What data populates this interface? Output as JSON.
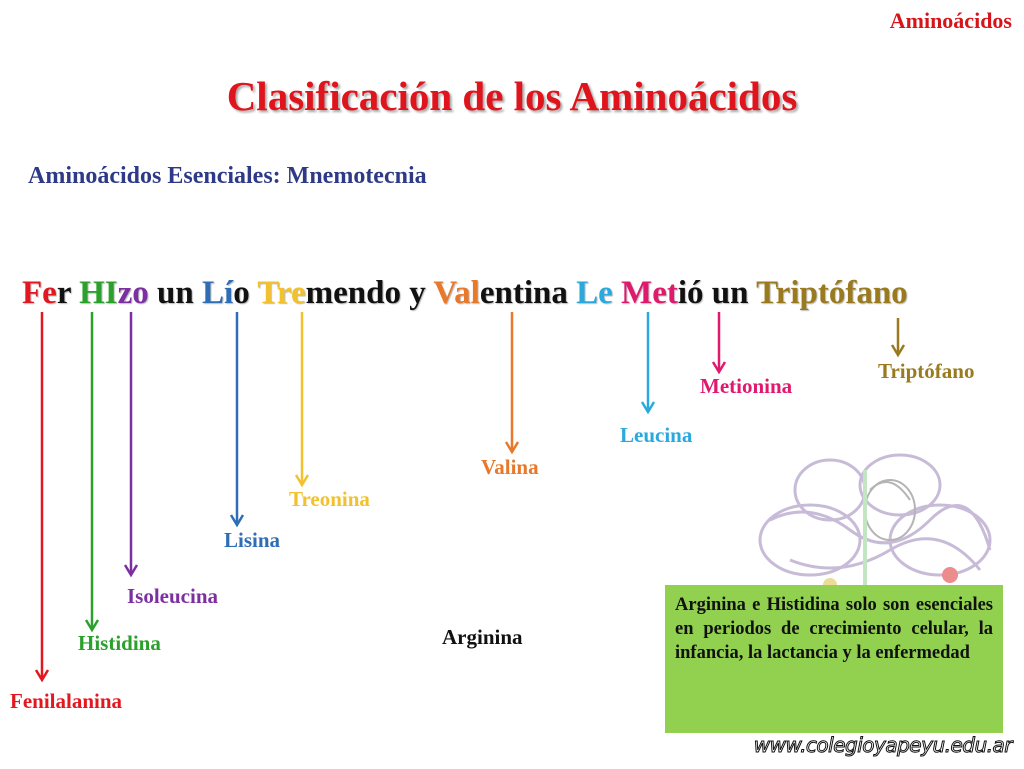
{
  "corner_label": "Aminoácidos",
  "title": "Clasificación de los Aminoácidos",
  "subtitle": "Aminoácidos Esenciales: Mnemotecnia",
  "mnemonic": [
    {
      "text": "Fe",
      "color": "#e3171f"
    },
    {
      "text": "r ",
      "color": "#111111"
    },
    {
      "text": "HI",
      "color": "#2ca02c"
    },
    {
      "text": "zo",
      "color": "#7b2fa0"
    },
    {
      "text": " un ",
      "color": "#111111"
    },
    {
      "text": "Lí",
      "color": "#2f6db5"
    },
    {
      "text": "o ",
      "color": "#111111"
    },
    {
      "text": "Tre",
      "color": "#f2c12e"
    },
    {
      "text": "mendo y ",
      "color": "#111111"
    },
    {
      "text": "Val",
      "color": "#e8782a"
    },
    {
      "text": "entina ",
      "color": "#111111"
    },
    {
      "text": "Le",
      "color": "#2aa9df"
    },
    {
      "text": " ",
      "color": "#111111"
    },
    {
      "text": "Met",
      "color": "#e0186e"
    },
    {
      "text": "ió un ",
      "color": "#111111"
    },
    {
      "text": "Triptófano",
      "color": "#9a7a1e"
    }
  ],
  "amino_acids": [
    {
      "name": "Fenilalanina",
      "color": "#e3171f"
    },
    {
      "name": "Histidina",
      "color": "#2ca02c"
    },
    {
      "name": "Isoleucina",
      "color": "#7b2fa0"
    },
    {
      "name": "Lisina",
      "color": "#2f6db5"
    },
    {
      "name": "Treonina",
      "color": "#f2c12e"
    },
    {
      "name": "Valina",
      "color": "#e8782a"
    },
    {
      "name": "Leucina",
      "color": "#2aa9df"
    },
    {
      "name": "Metionina",
      "color": "#e0186e"
    },
    {
      "name": "Triptófano",
      "color": "#9a7a1e"
    }
  ],
  "extra_label": "Arginina",
  "note": "Arginina e Histidina solo son esenciales en periodos de crecimiento celular, la infancia, la lactancia y la enfermedad",
  "watermark": "www.colegioyapeyu.edu.ar"
}
